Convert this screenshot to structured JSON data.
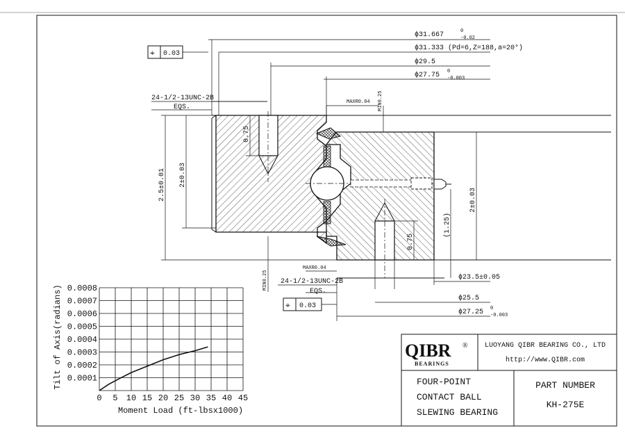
{
  "dimensions": {
    "d1": "ϕ31.667",
    "d1_tol_upper": "0",
    "d1_tol_lower": "-0.02",
    "d2": "ϕ31.333 (Pd=6,Z=188,a=20°)",
    "d3": "ϕ29.5",
    "d4": "ϕ27.75",
    "d4_tol_upper": "0",
    "d4_tol_lower": "-0.003",
    "d5": "ϕ23.5±0.05",
    "d6": "ϕ25.5",
    "d7": "ϕ27.25",
    "d7_tol_upper": "0",
    "d7_tol_lower": "-0.003",
    "height_total": "2.5±0.01",
    "height_outer": "2±0.03",
    "height_inner": "2±0.03",
    "thread_depth_outer": "0.75",
    "thread_depth_inner": "0.75",
    "gap": "(1.25)",
    "chamfer_max_top": "MAXR0.04",
    "chamfer_min_top": "MIN0.25",
    "chamfer_max_bottom": "MAXR0.04",
    "chamfer_min_bottom": "MIN0.25"
  },
  "callouts": {
    "thread_top": "24-1/2-13UNC-2B",
    "eqs_top": "EQS.",
    "thread_bottom": "24-1/2-13UNC-2B",
    "eqs_bottom": "EQS.",
    "fcf_top_symbol": "⌖",
    "fcf_top_value": "0.03",
    "fcf_bottom_symbol": "⌖",
    "fcf_bottom_value": "0.03"
  },
  "title_block": {
    "logo_text": "QIBR",
    "logo_sub": "BEARINGS",
    "logo_reg": "®",
    "company": "LUOYANG QIBR BEARING CO., LTD",
    "url": "http://www.QIBR.com",
    "description_line1": "FOUR-POINT",
    "description_line2": "CONTACT BALL",
    "description_line3": "SLEWING BEARING",
    "part_label": "PART NUMBER",
    "part_number": "KH-275E"
  },
  "chart_data": {
    "type": "line",
    "xlabel": "Moment Load (ft-lbsx1000)",
    "ylabel": "Tilt of Axis(radians)",
    "x_ticks": [
      "0",
      "5",
      "10",
      "15",
      "20",
      "25",
      "30",
      "35",
      "40",
      "45"
    ],
    "y_ticks": [
      "0.0001",
      "0.0002",
      "0.0003",
      "0.0004",
      "0.0005",
      "0.0006",
      "0.0007",
      "0.0008"
    ],
    "xlim": [
      0,
      45
    ],
    "ylim": [
      0,
      0.0008
    ],
    "grid": true,
    "series": [
      {
        "x": [
          0,
          3,
          6,
          10,
          15,
          20,
          25,
          30,
          34
        ],
        "y": [
          0.0,
          5e-05,
          9e-05,
          0.00014,
          0.00019,
          0.00024,
          0.00028,
          0.00031,
          0.00034
        ]
      }
    ]
  }
}
